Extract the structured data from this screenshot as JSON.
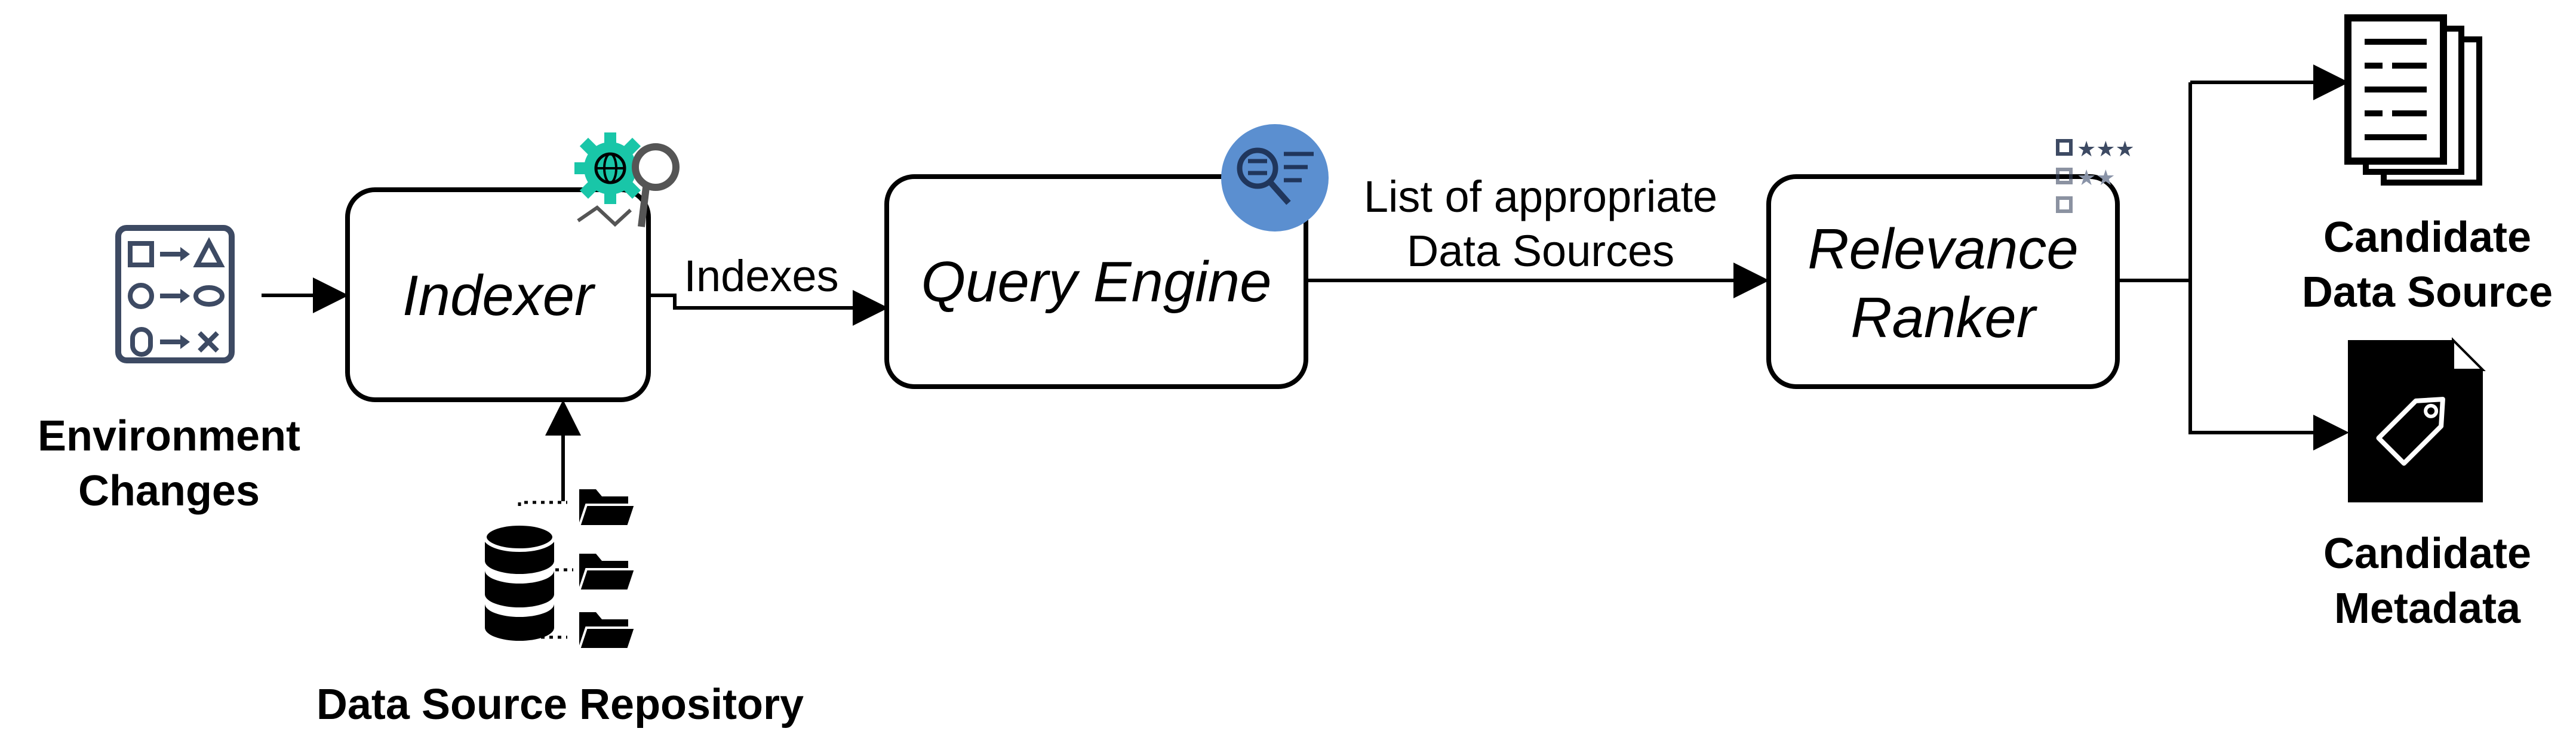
{
  "nodes": {
    "indexer": {
      "label": "Indexer"
    },
    "query_engine": {
      "label": "Query Engine"
    },
    "relevance_ranker": {
      "label_line1": "Relevance",
      "label_line2": "Ranker"
    }
  },
  "edges": {
    "indexes": {
      "label": "Indexes"
    },
    "list_sources": {
      "label_line1": "List of appropriate",
      "label_line2": "Data Sources"
    }
  },
  "inputs": {
    "environment_changes": {
      "line1": "Environment",
      "line2": "Changes",
      "icon": "rules-list-icon"
    },
    "data_source_repository": {
      "label": "Data Source Repository",
      "icon": "database-icon"
    }
  },
  "outputs": {
    "candidate_data_source": {
      "line1": "Candidate",
      "line2": "Data Source",
      "icon": "document-icon"
    },
    "candidate_metadata": {
      "line1": "Candidate",
      "line2": "Metadata",
      "icon": "tag-icon"
    }
  },
  "colors": {
    "gear_accent": "#19c6a8",
    "query_badge": "#5b8fd0",
    "icon_slate": "#3d4a63",
    "stroke": "#000000"
  }
}
